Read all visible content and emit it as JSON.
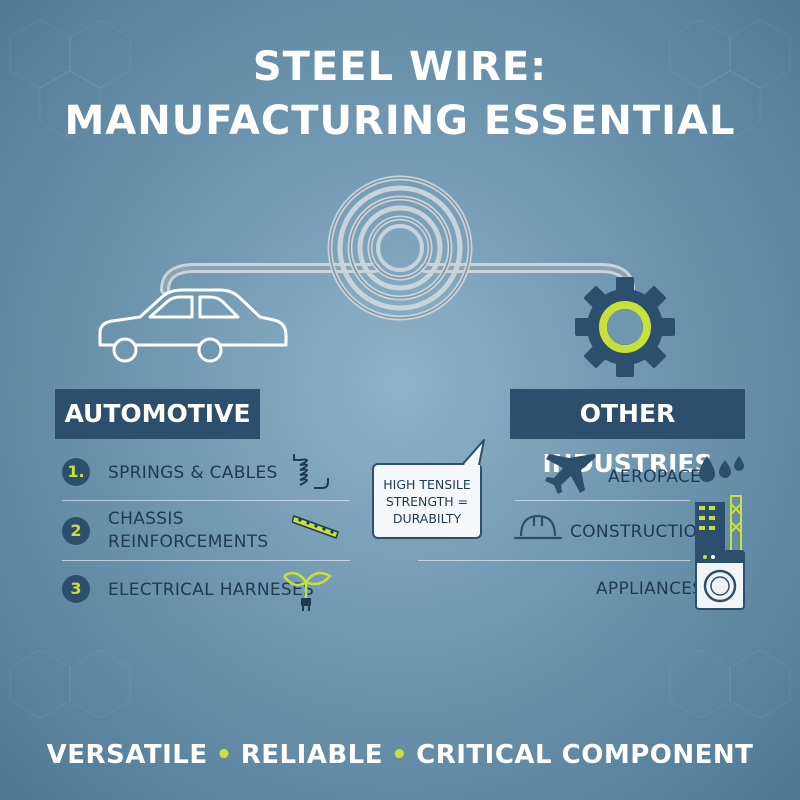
{
  "title": {
    "line1": "STEEL WIRE:",
    "line2": "MANUFACTURING ESSENTIAL"
  },
  "automotive": {
    "heading": "AUTOMOTIVE",
    "items": [
      {
        "number": "1.",
        "label": "SPRINGS & CABLES",
        "icon": "spring-icon"
      },
      {
        "number": "2",
        "label_line1": "CHASSIS",
        "label_line2": "REINFORCEMENTS",
        "icon": "chassis-beam-icon"
      },
      {
        "number": "3",
        "label": "ELECTRICAL HARNESES",
        "icon": "wire-harness-icon"
      }
    ]
  },
  "callout": {
    "line1": "HIGH TENSILE",
    "line2": "STRENGTH =",
    "line3": "DURABILTY"
  },
  "other": {
    "heading": "OTHER INDUSTRIES",
    "items": [
      {
        "label": "AEROPACE",
        "icon": "airplane-icon"
      },
      {
        "label": "CONSTRUCTION",
        "icon": "hard-hat-icon"
      },
      {
        "label": "APPLIANCES",
        "icon": "washing-machine-icon"
      }
    ]
  },
  "tagline": {
    "word1": "VERSATILE",
    "word2": "RELIABLE",
    "word3": "CRITICAL COMPONENT",
    "separator": "•"
  },
  "colors": {
    "navy": "#2b4f6c",
    "accent": "#c8e03a",
    "background": "#6f97b0"
  }
}
